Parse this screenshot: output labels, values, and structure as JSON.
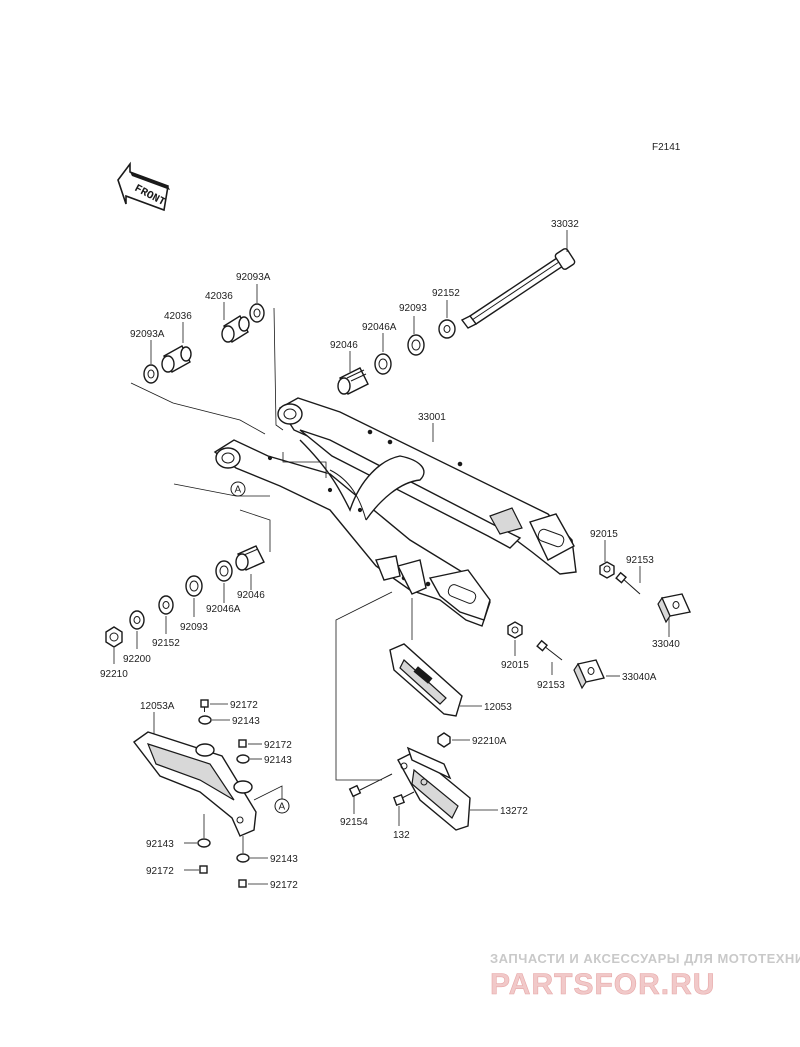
{
  "figure_code": "F2141",
  "front_label": "FRONT",
  "ref_marker": "A",
  "watermark": {
    "line1": "ЗАПЧАСТИ И АКСЕССУАРЫ ДЛЯ МОТОТЕХНИКИ",
    "line2": "PARTSFOR.RU"
  },
  "labels": {
    "p33032": "33032",
    "p92093a_top": "92093A",
    "p42036_a": "42036",
    "p42036_b": "42036",
    "p92152_top": "92152",
    "p92093_top": "92093",
    "p92046a_top": "92046A",
    "p92093a_left": "92093A",
    "p92046_top": "92046",
    "p33001": "33001",
    "p92015_right": "92015",
    "p92153_right": "92153",
    "p33040": "33040",
    "p92046_low": "92046",
    "p92046a_low": "92046A",
    "p92093_low": "92093",
    "p92152_low": "92152",
    "p92200": "92200",
    "p92210": "92210",
    "p92015_mid": "92015",
    "p92153_mid": "92153",
    "p33040a": "33040A",
    "p12053": "12053",
    "p12053a": "12053A",
    "p92172_a": "92172",
    "p92143_a": "92143",
    "p92172_b": "92172",
    "p92143_b": "92143",
    "p92210a": "92210A",
    "p92154": "92154",
    "p132": "132",
    "p13272": "13272",
    "p92143_c": "92143",
    "p92143_d": "92143",
    "p92172_c": "92172",
    "p92172_d": "92172"
  }
}
